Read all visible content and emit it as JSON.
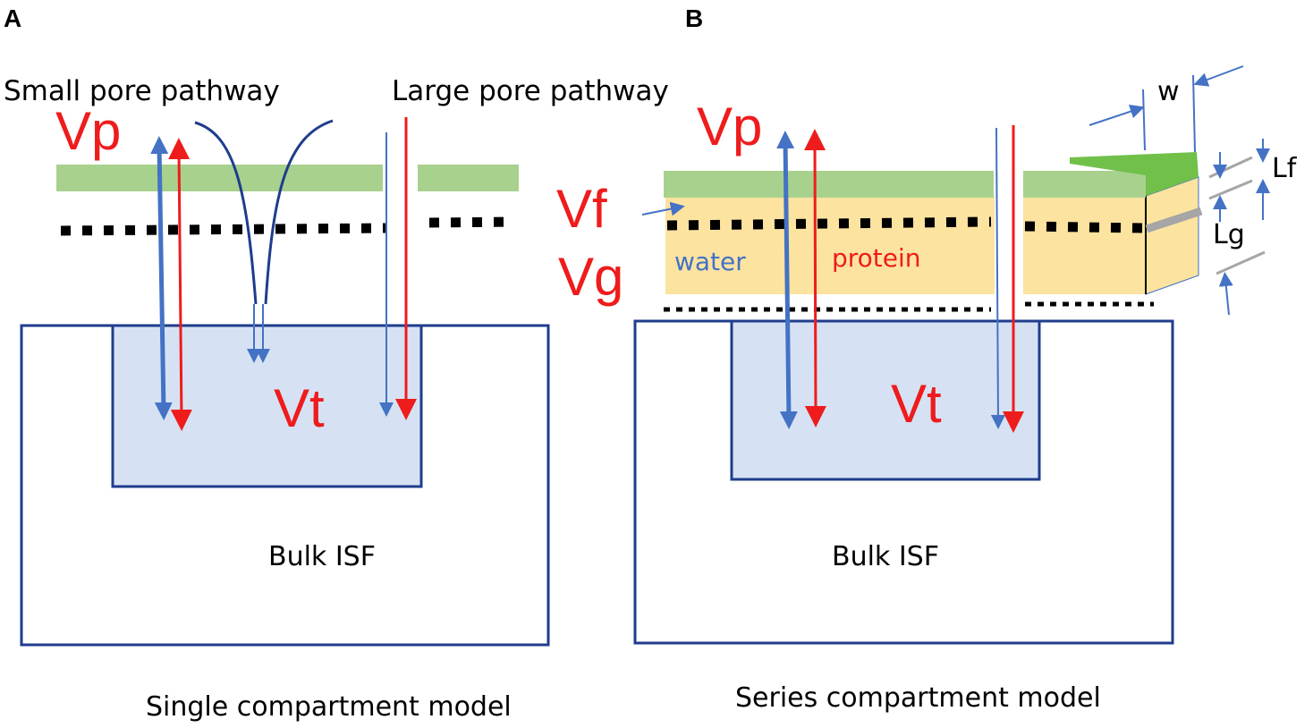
{
  "panel_a": {
    "letter": "A",
    "small_pore_label": "Small pore pathway",
    "large_pore_label": "Large pore pathway",
    "vp_label": "Vp",
    "vt_label": "Vt",
    "bulk_label": "Bulk ISF",
    "caption": "Single compartment model"
  },
  "panel_b": {
    "letter": "B",
    "vp_label": "Vp",
    "vf_label": "Vf",
    "vg_label": "Vg",
    "water_label": "water",
    "protein_label": "protein",
    "vt_label": "Vt",
    "bulk_label": "Bulk ISF",
    "w_label": "w",
    "lf_label": "Lf",
    "lg_label": "Lg",
    "caption": "Series compartment model"
  },
  "colors": {
    "red": "#ee1c1c",
    "blue": "#4472c4",
    "navy": "#1f3d8c",
    "green": "#a9d18e",
    "green_dark": "#70c04a",
    "yellow": "#fde3a0",
    "lightblue": "#d6e2f4",
    "gray": "#a6a6a6"
  }
}
